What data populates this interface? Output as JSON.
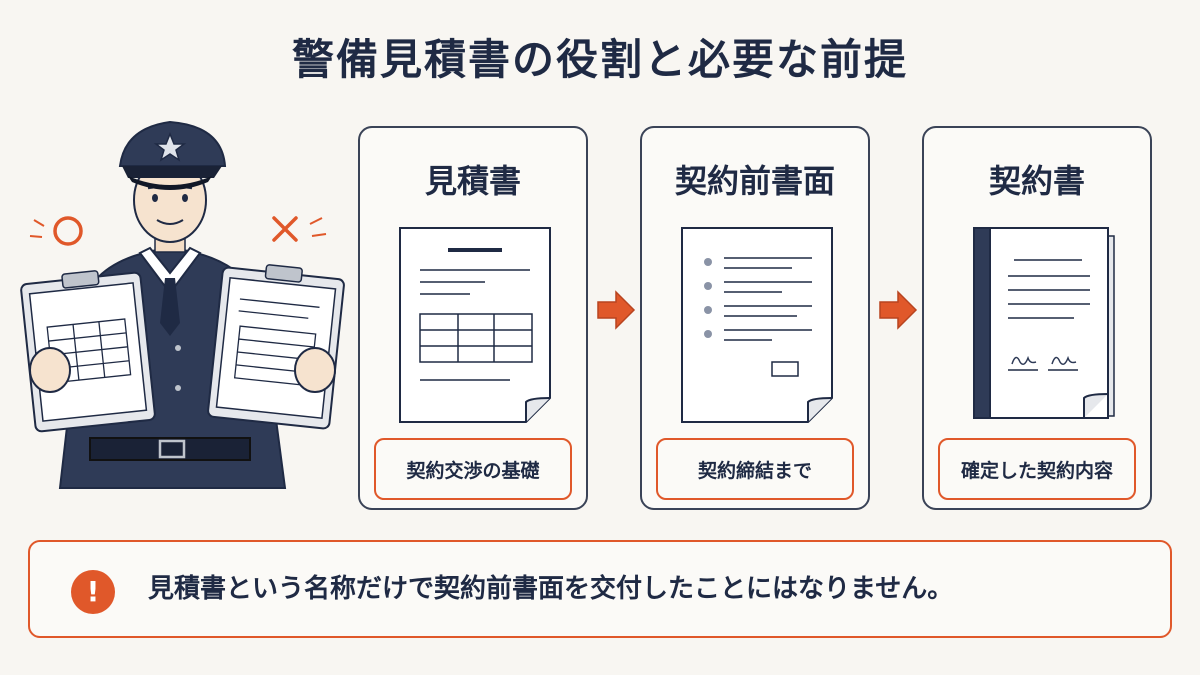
{
  "title": "警備見積書の役割と必要な前提",
  "officer": {
    "left_mark": "○",
    "right_mark": "×"
  },
  "cards": [
    {
      "title": "見積書",
      "tag": "契約交渉の基礎"
    },
    {
      "title": "契約前書面",
      "tag": "契約締結まで"
    },
    {
      "title": "契約書",
      "tag": "確定した契約内容"
    }
  ],
  "note": {
    "icon": "!",
    "text": "見積書という名称だけで契約前書面を交付したことにはなりません。"
  },
  "colors": {
    "accent": "#e0582a",
    "navy": "#1f2a44",
    "background": "#f8f6f2"
  }
}
